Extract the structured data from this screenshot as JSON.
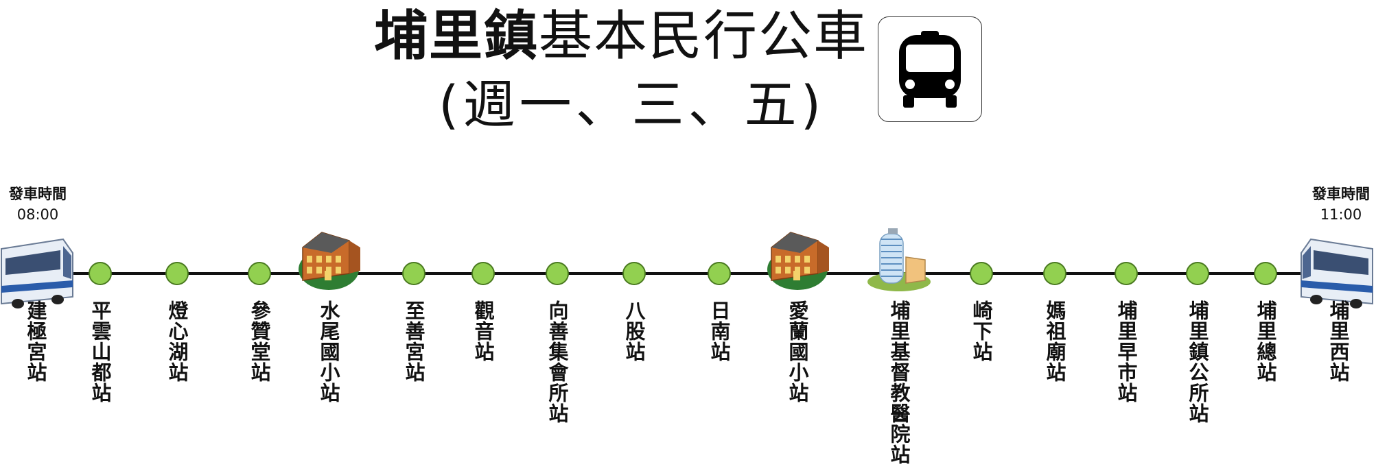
{
  "title": {
    "bold_part": "埔里鎮",
    "rest_part": "基本民行公車",
    "days": "(週一、三、五)"
  },
  "bus_sign": {
    "icon": "bus-icon"
  },
  "departures": {
    "start": {
      "label": "發車時間",
      "time": "08:00"
    },
    "end": {
      "label": "發車時間",
      "time": "11:00"
    }
  },
  "colors": {
    "line": "#111111",
    "stop_fill": "#92d050",
    "stop_stroke": "#4a7a20",
    "bus_body": "#e8eef6",
    "bus_stripe": "#2a5caa"
  },
  "stations": [
    {
      "name": "建極宮站",
      "marker": "bus-icon"
    },
    {
      "name": "平雲山都站",
      "marker": "stop-dot"
    },
    {
      "name": "燈心湖站",
      "marker": "stop-dot"
    },
    {
      "name": "參贊堂站",
      "marker": "stop-dot"
    },
    {
      "name": "水尾國小站",
      "marker": "school-building-icon"
    },
    {
      "name": "至善宮站",
      "marker": "stop-dot"
    },
    {
      "name": "觀音站",
      "marker": "stop-dot"
    },
    {
      "name": "向善集會所站",
      "marker": "stop-dot"
    },
    {
      "name": "八股站",
      "marker": "stop-dot"
    },
    {
      "name": "日南站",
      "marker": "stop-dot"
    },
    {
      "name": "愛蘭國小站",
      "marker": "school-building-icon"
    },
    {
      "name": "埔里基督教醫院站",
      "marker": "hospital-building-icon"
    },
    {
      "name": "崎下站",
      "marker": "stop-dot"
    },
    {
      "name": "媽祖廟站",
      "marker": "stop-dot"
    },
    {
      "name": "埔里早市站",
      "marker": "stop-dot"
    },
    {
      "name": "埔里鎮公所站",
      "marker": "stop-dot"
    },
    {
      "name": "埔里總站",
      "marker": "stop-dot"
    },
    {
      "name": "埔里西站",
      "marker": "bus-icon"
    }
  ]
}
